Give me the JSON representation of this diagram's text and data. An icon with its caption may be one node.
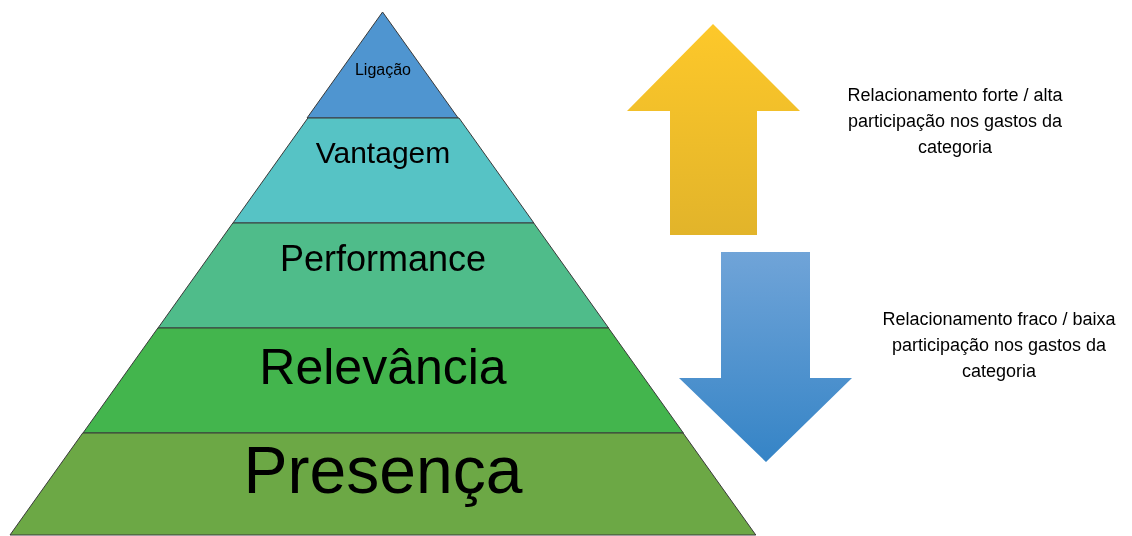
{
  "diagram": {
    "nodes": [
      {
        "text": [
          "Ligação"
        ]
      },
      {
        "text": [
          "Vantagem"
        ]
      },
      {
        "text": [
          "Performance"
        ]
      },
      {
        "text": [
          "Relevância"
        ]
      },
      {
        "text": [
          "Presença"
        ]
      }
    ],
    "labels": [
      "Relacionamento forte / alta participação nos gastos da categoria",
      "Relacionamento fraco / baixa participação nos gastos da categoria"
    ]
  }
}
